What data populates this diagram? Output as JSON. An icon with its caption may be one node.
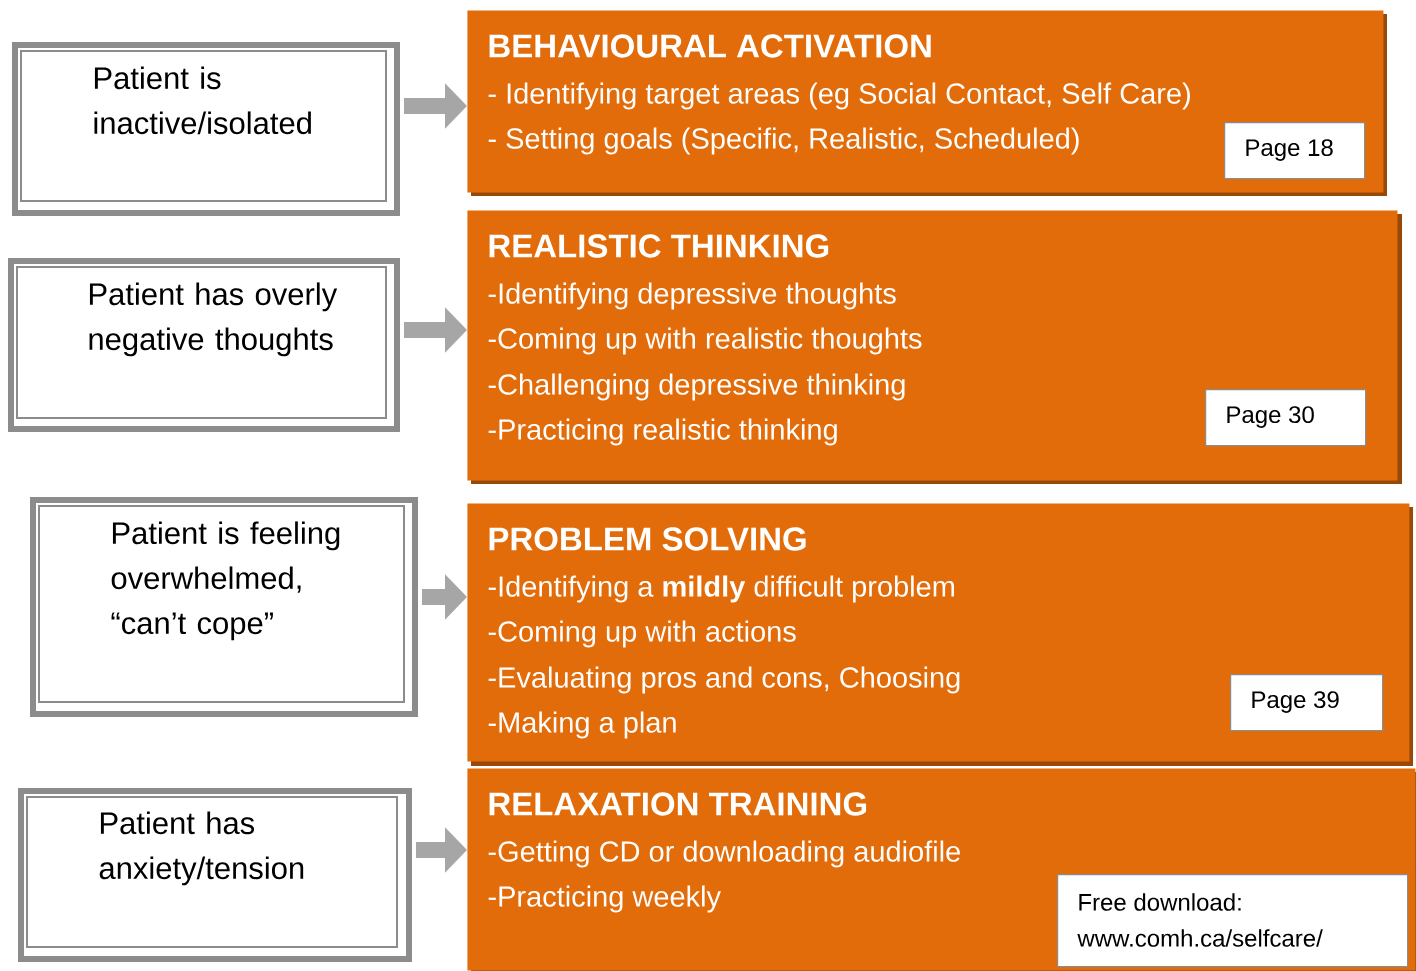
{
  "diagram": {
    "nodes": [
      {
        "text": [
          "Patient is inactive/isolated"
        ]
      },
      {
        "text": [
          "BEHAVIOURAL ACTIVATION",
          "- Identifying target areas (eg Social Contact, Self Care)",
          "- Setting goals (Specific, Realistic, Scheduled)"
        ]
      },
      {
        "text": [
          "Page 18"
        ],
        "in": 1
      },
      {
        "text": [
          "Patient has overly negative thoughts"
        ]
      },
      {
        "text": [
          "REALISTIC THINKING",
          "-Identifying depressive thoughts",
          "-Coming up with realistic thoughts",
          "-Challenging depressive thinking",
          "-Practicing realistic thinking"
        ]
      },
      {
        "text": [
          "Page 30"
        ],
        "in": 4
      },
      {
        "text": [
          "Patient is feeling overwhelmed, “can’t cope”"
        ]
      },
      {
        "text": [
          "PROBLEM SOLVING",
          "-Identifying a **mildly** difficult problem",
          "-Coming up with actions",
          "-Evaluating pros and cons, Choosing",
          "-Making a plan"
        ]
      },
      {
        "text": [
          "Page 39"
        ],
        "in": 7
      },
      {
        "text": [
          "Patient has anxiety/tension"
        ]
      },
      {
        "text": [
          "RELAXATION TRAINING",
          "-Getting CD or downloading audiofile",
          "-Practicing weekly"
        ]
      },
      {
        "text": [
          "Free download:",
          "www.comh.ca/selfcare/"
        ],
        "in": 10
      }
    ],
    "edges": [
      {
        "from": 0,
        "to": 1,
        "arrow": "to"
      },
      {
        "from": 3,
        "to": 4,
        "arrow": "to"
      },
      {
        "from": 6,
        "to": 7,
        "arrow": "to"
      },
      {
        "from": 9,
        "to": 10,
        "arrow": "to"
      }
    ]
  }
}
